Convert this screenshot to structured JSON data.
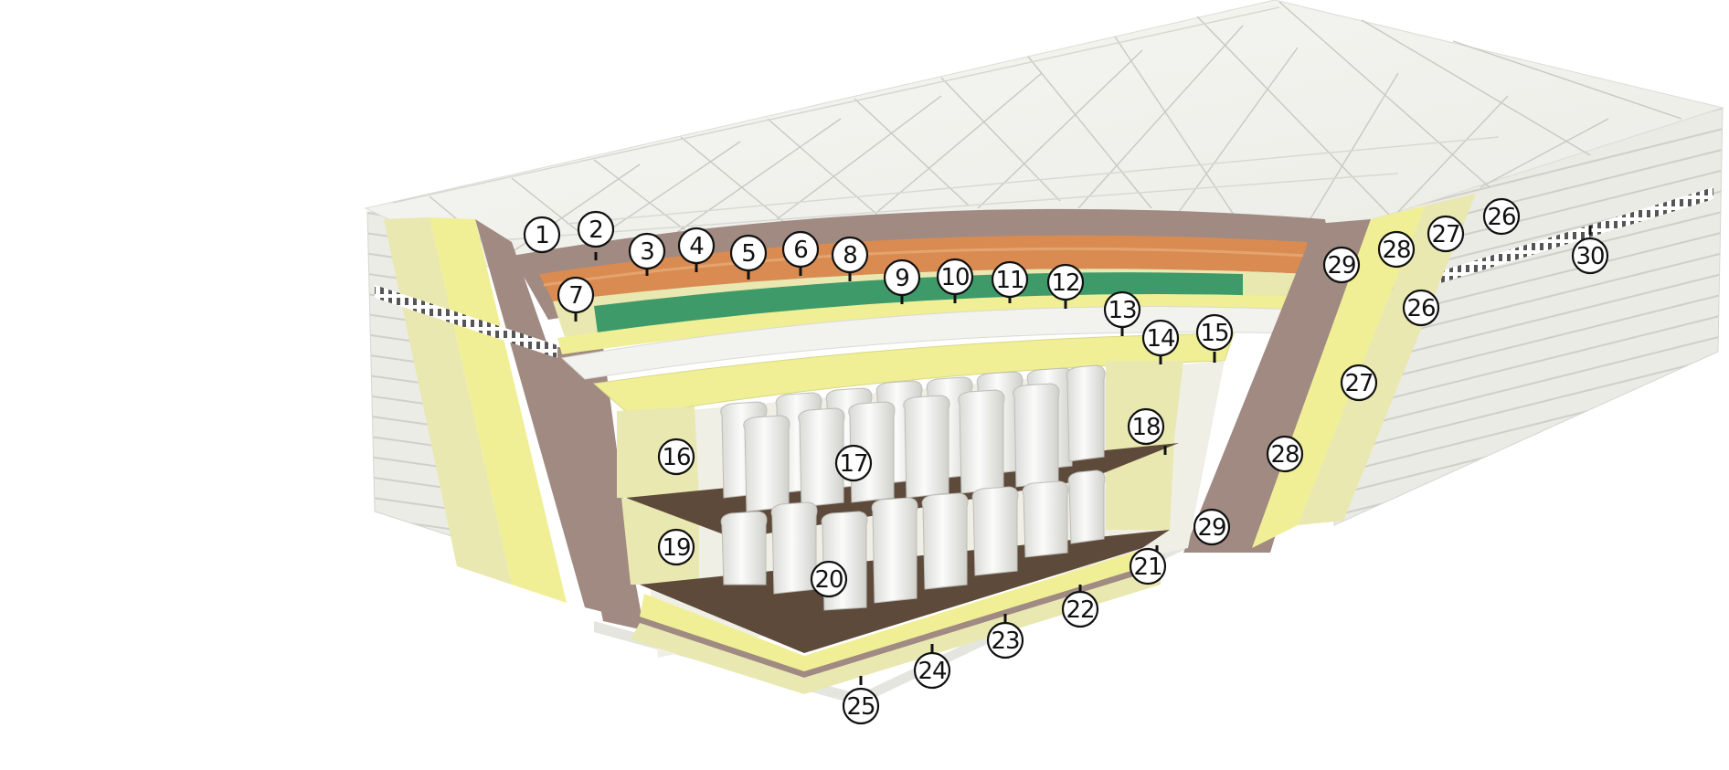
{
  "diagram": {
    "colors": {
      "cover_white": "#f4f4f0",
      "quilt_line": "#c8c8c2",
      "side_stripe": "#e9e9e4",
      "cream": "#e8e8b0",
      "yellow": "#f0ef96",
      "mauve": "#a08a82",
      "orange": "#d98b52",
      "green": "#3f9a6a",
      "brown": "#5e4a3a",
      "spring_white": "#efefed"
    },
    "callouts": [
      {
        "id": "c1",
        "label": "1"
      },
      {
        "id": "c2",
        "label": "2"
      },
      {
        "id": "c3",
        "label": "3"
      },
      {
        "id": "c4",
        "label": "4"
      },
      {
        "id": "c5",
        "label": "5"
      },
      {
        "id": "c6",
        "label": "6"
      },
      {
        "id": "c7",
        "label": "7"
      },
      {
        "id": "c8",
        "label": "8"
      },
      {
        "id": "c9",
        "label": "9"
      },
      {
        "id": "c10",
        "label": "10"
      },
      {
        "id": "c11",
        "label": "11"
      },
      {
        "id": "c12",
        "label": "12"
      },
      {
        "id": "c13",
        "label": "13"
      },
      {
        "id": "c14",
        "label": "14"
      },
      {
        "id": "c15",
        "label": "15"
      },
      {
        "id": "c16",
        "label": "16"
      },
      {
        "id": "c17",
        "label": "17"
      },
      {
        "id": "c18",
        "label": "18"
      },
      {
        "id": "c19",
        "label": "19"
      },
      {
        "id": "c20",
        "label": "20"
      },
      {
        "id": "c21",
        "label": "21"
      },
      {
        "id": "c22",
        "label": "22"
      },
      {
        "id": "c23",
        "label": "23"
      },
      {
        "id": "c24",
        "label": "24"
      },
      {
        "id": "c25",
        "label": "25"
      },
      {
        "id": "c26a",
        "label": "26"
      },
      {
        "id": "c26b",
        "label": "26"
      },
      {
        "id": "c27a",
        "label": "27"
      },
      {
        "id": "c27b",
        "label": "27"
      },
      {
        "id": "c28a",
        "label": "28"
      },
      {
        "id": "c28b",
        "label": "28"
      },
      {
        "id": "c29a",
        "label": "29"
      },
      {
        "id": "c29b",
        "label": "29"
      },
      {
        "id": "c30",
        "label": "30"
      }
    ]
  }
}
